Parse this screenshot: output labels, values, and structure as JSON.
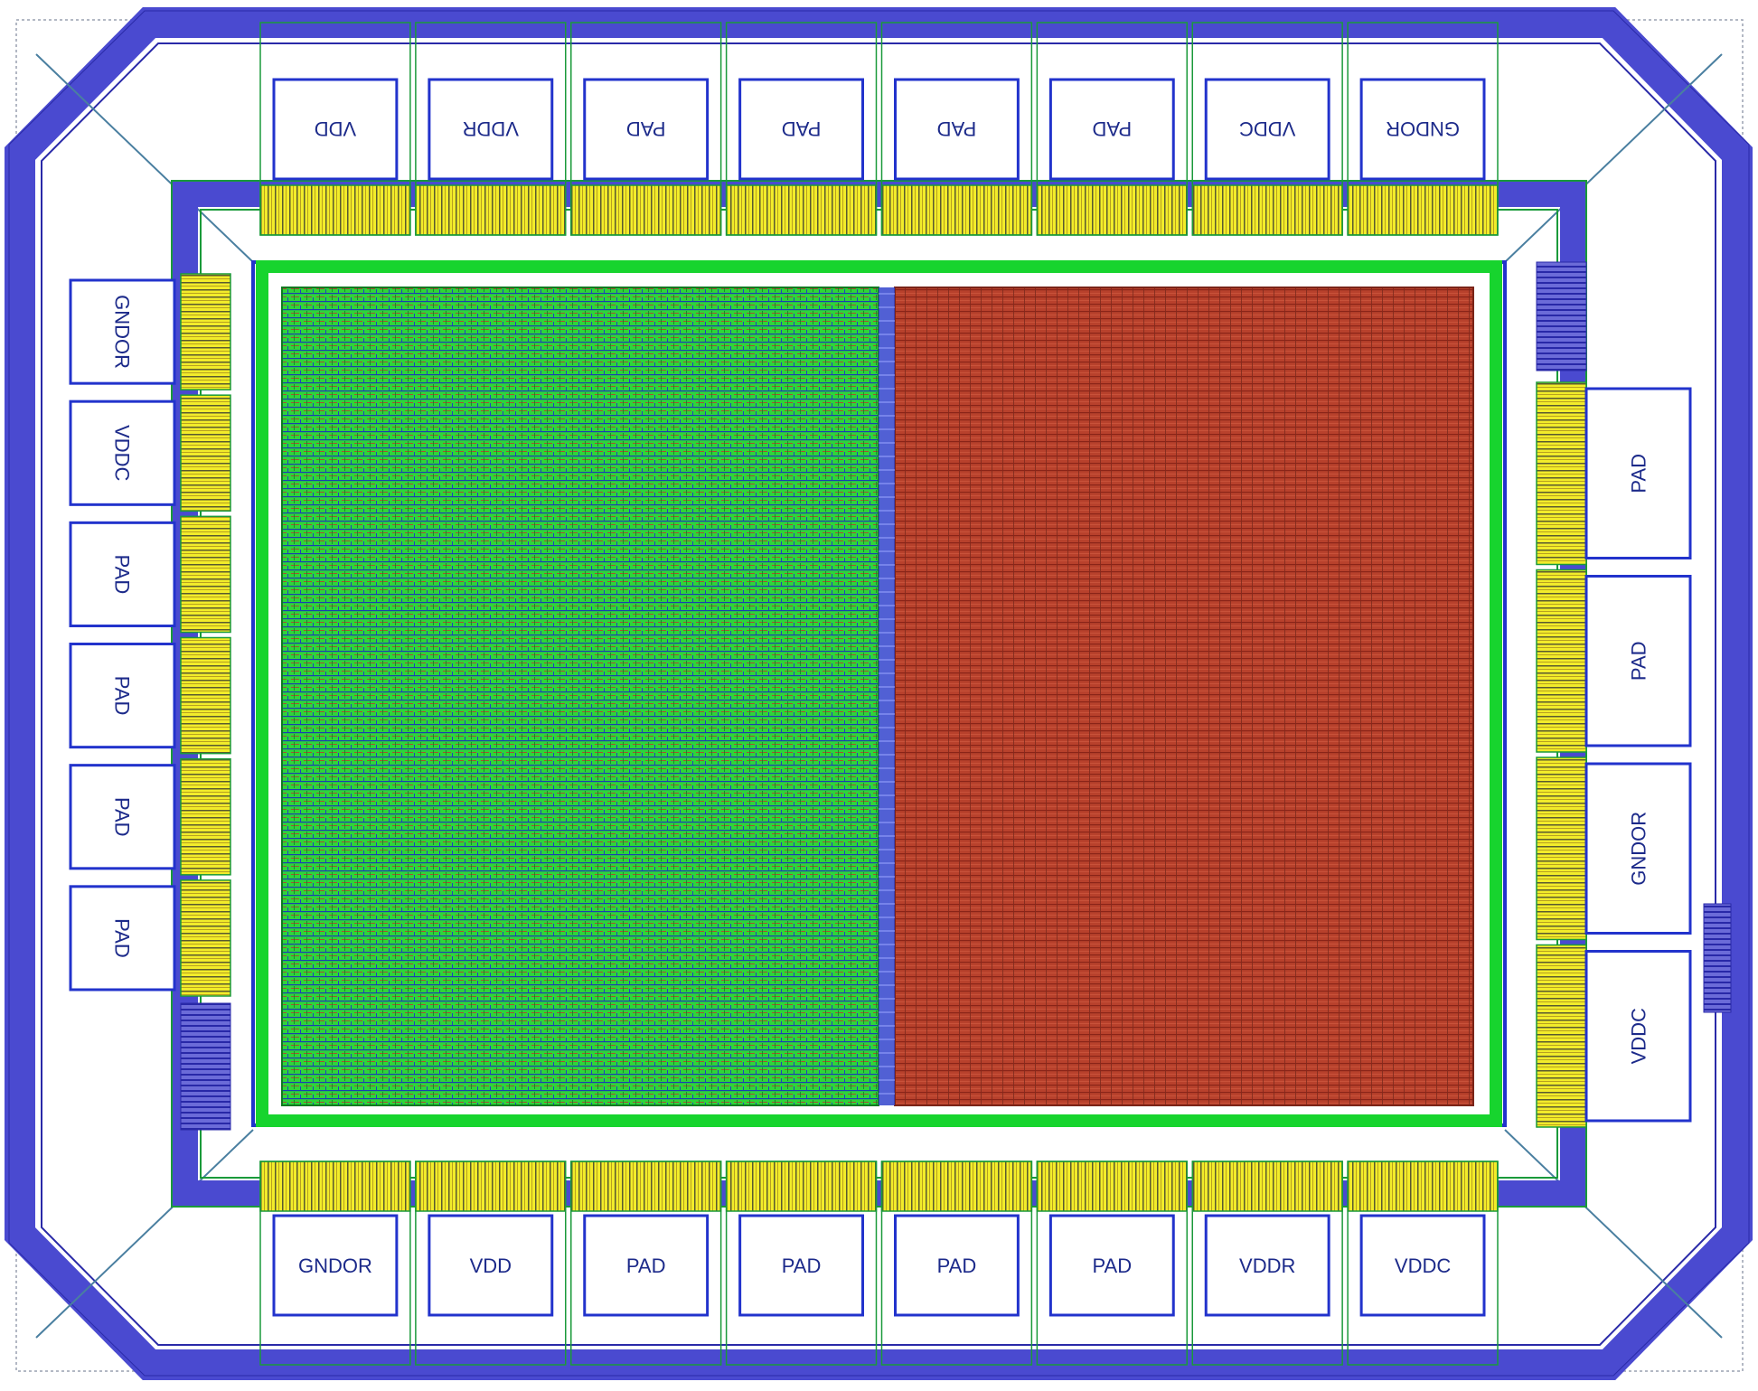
{
  "colors": {
    "ring_blue": "#5a5ad0",
    "ring_blue_dark": "#2a2aa8",
    "pad_yellow": "#f2ec2a",
    "metal_green": "#17d42e",
    "core_red": "#b8412c",
    "outline_green": "#1a9a3a",
    "pad_blue": "#2233cc",
    "background": "#ffffff"
  },
  "pads": {
    "top": [
      "VDD",
      "VDDR",
      "PAD",
      "PAD",
      "PAD",
      "PAD",
      "VDDC",
      "GNDOR"
    ],
    "bottom": [
      "GNDOR",
      "VDD",
      "PAD",
      "PAD",
      "PAD",
      "PAD",
      "VDDR",
      "VDDC"
    ],
    "left": [
      "GNDOR",
      "VDDC",
      "PAD",
      "PAD",
      "PAD",
      "PAD"
    ],
    "right": [
      "PAD",
      "PAD",
      "GNDOR",
      "VDDC"
    ]
  },
  "core": {
    "left_block_color": "#17d42e",
    "right_block_color": "#b8412c"
  }
}
